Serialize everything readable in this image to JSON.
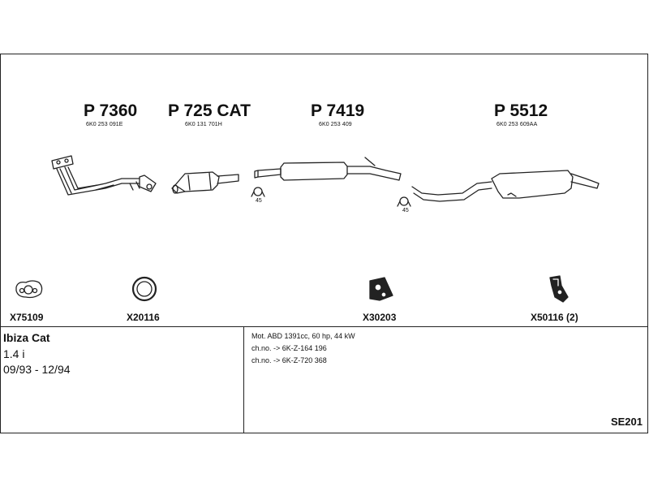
{
  "parts": [
    {
      "number": "P 7360",
      "ref": "6K0 253 091E"
    },
    {
      "number": "P 725 CAT",
      "ref": "6K0 131 701H"
    },
    {
      "number": "P 7419",
      "ref": "6K0 253 409"
    },
    {
      "number": "P 5512",
      "ref": "6K0 253 609AA"
    }
  ],
  "clamp_sizes": [
    "45",
    "45"
  ],
  "fittings": [
    {
      "label": "X75109"
    },
    {
      "label": "X20116"
    },
    {
      "label": "X30203"
    },
    {
      "label": "X50116 (2)"
    }
  ],
  "vehicle": {
    "model": "Ibiza Cat",
    "engine": "1.4 i",
    "years": "09/93 - 12/94"
  },
  "notes": {
    "motor": "Mot. ABD 1391cc, 60 hp, 44 kW",
    "chassis_1": "ch.no. -> 6K-Z-164 196",
    "chassis_2": "ch.no. -> 6K-Z-720 368"
  },
  "diagram_code": "SE201",
  "line_color": "#222222"
}
